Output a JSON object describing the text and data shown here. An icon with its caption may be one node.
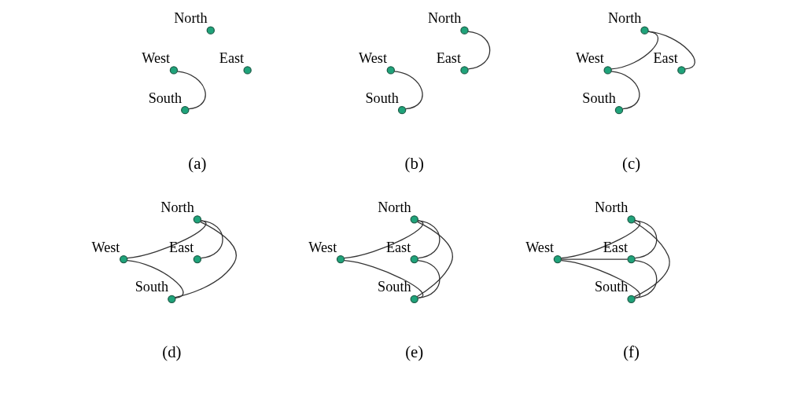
{
  "diagram": {
    "nodes": [
      {
        "text": [],
        "shape": "circle",
        "beside": [
          "North"
        ]
      },
      {
        "text": [],
        "shape": "circle",
        "beside": [
          "West"
        ]
      },
      {
        "text": [],
        "shape": "circle",
        "beside": [
          "East"
        ]
      },
      {
        "text": [],
        "shape": "circle",
        "beside": [
          "South"
        ]
      },
      {
        "text": [],
        "shape": "circle",
        "beside": [
          "North"
        ]
      },
      {
        "text": [],
        "shape": "circle",
        "beside": [
          "West"
        ]
      },
      {
        "text": [],
        "shape": "circle",
        "beside": [
          "East"
        ]
      },
      {
        "text": [],
        "shape": "circle",
        "beside": [
          "South"
        ]
      },
      {
        "text": [],
        "shape": "circle",
        "beside": [
          "North"
        ]
      },
      {
        "text": [],
        "shape": "circle",
        "beside": [
          "West"
        ]
      },
      {
        "text": [],
        "shape": "circle",
        "beside": [
          "East"
        ]
      },
      {
        "text": [],
        "shape": "circle",
        "beside": [
          "South"
        ]
      },
      {
        "text": [],
        "shape": "circle",
        "beside": [
          "North"
        ]
      },
      {
        "text": [],
        "shape": "circle",
        "beside": [
          "West"
        ]
      },
      {
        "text": [],
        "shape": "circle",
        "beside": [
          "East"
        ]
      },
      {
        "text": [],
        "shape": "circle",
        "beside": [
          "South"
        ]
      },
      {
        "text": [],
        "shape": "circle",
        "beside": [
          "North"
        ]
      },
      {
        "text": [],
        "shape": "circle",
        "beside": [
          "West"
        ]
      },
      {
        "text": [],
        "shape": "circle",
        "beside": [
          "East"
        ]
      },
      {
        "text": [],
        "shape": "circle",
        "beside": [
          "South"
        ]
      },
      {
        "text": [],
        "shape": "circle",
        "beside": [
          "North"
        ]
      },
      {
        "text": [],
        "shape": "circle",
        "beside": [
          "West"
        ]
      },
      {
        "text": [],
        "shape": "circle",
        "beside": [
          "East"
        ]
      },
      {
        "text": [],
        "shape": "circle",
        "beside": [
          "South"
        ]
      }
    ],
    "edges": [
      {
        "from": 1,
        "to": 3,
        "arrow": "none"
      },
      {
        "from": 4,
        "to": 6,
        "arrow": "none"
      },
      {
        "from": 5,
        "to": 7,
        "arrow": "none"
      },
      {
        "from": 8,
        "to": 9,
        "arrow": "none"
      },
      {
        "from": 8,
        "to": 10,
        "arrow": "none"
      },
      {
        "from": 9,
        "to": 11,
        "arrow": "none"
      },
      {
        "from": 12,
        "to": 13,
        "arrow": "none"
      },
      {
        "from": 12,
        "to": 14,
        "arrow": "none"
      },
      {
        "from": 12,
        "to": 15,
        "arrow": "none"
      },
      {
        "from": 13,
        "to": 15,
        "arrow": "none"
      },
      {
        "from": 16,
        "to": 17,
        "arrow": "none"
      },
      {
        "from": 16,
        "to": 18,
        "arrow": "none"
      },
      {
        "from": 16,
        "to": 19,
        "arrow": "none"
      },
      {
        "from": 17,
        "to": 19,
        "arrow": "none"
      },
      {
        "from": 18,
        "to": 19,
        "arrow": "none"
      },
      {
        "from": 20,
        "to": 21,
        "arrow": "none"
      },
      {
        "from": 20,
        "to": 22,
        "arrow": "none"
      },
      {
        "from": 20,
        "to": 23,
        "arrow": "none"
      },
      {
        "from": 21,
        "to": 23,
        "arrow": "none"
      },
      {
        "from": 22,
        "to": 23,
        "arrow": "none"
      },
      {
        "from": 21,
        "to": 22,
        "arrow": "none"
      }
    ],
    "labels": [
      "(a)",
      "(b)",
      "(c)",
      "(d)",
      "(e)",
      "(f)"
    ]
  }
}
